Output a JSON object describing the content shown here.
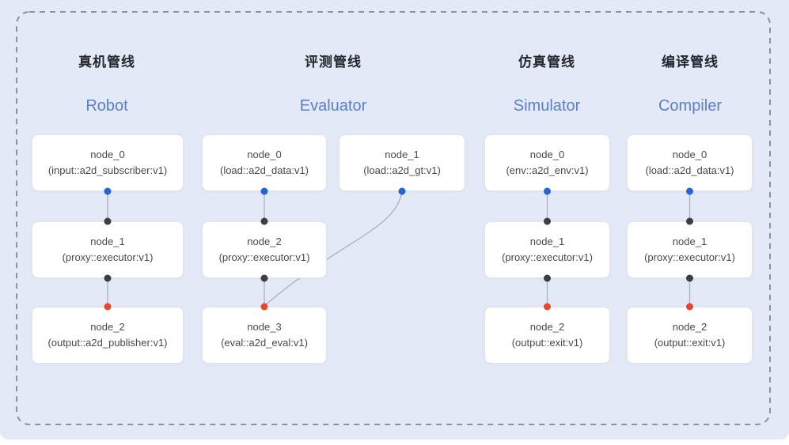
{
  "pipelines": [
    {
      "id": "robot",
      "title_zh": "真机管线",
      "title_en": "Robot",
      "nodes": [
        {
          "name": "node_0",
          "type": "(input::a2d_subscriber:v1)"
        },
        {
          "name": "node_1",
          "type": "(proxy::executor:v1)"
        },
        {
          "name": "node_2",
          "type": "(output::a2d_publisher:v1)"
        }
      ]
    },
    {
      "id": "evaluator",
      "title_zh": "评测管线",
      "title_en": "Evaluator",
      "nodes": [
        {
          "name": "node_0",
          "type": "(load::a2d_data:v1)"
        },
        {
          "name": "node_1",
          "type": "(load::a2d_gt:v1)"
        },
        {
          "name": "node_2",
          "type": "(proxy::executor:v1)"
        },
        {
          "name": "node_3",
          "type": "(eval::a2d_eval:v1)"
        }
      ]
    },
    {
      "id": "simulator",
      "title_zh": "仿真管线",
      "title_en": "Simulator",
      "nodes": [
        {
          "name": "node_0",
          "type": "(env::a2d_env:v1)"
        },
        {
          "name": "node_1",
          "type": "(proxy::executor:v1)"
        },
        {
          "name": "node_2",
          "type": "(output::exit:v1)"
        }
      ]
    },
    {
      "id": "compiler",
      "title_zh": "编译管线",
      "title_en": "Compiler",
      "nodes": [
        {
          "name": "node_0",
          "type": "(load::a2d_data:v1)"
        },
        {
          "name": "node_1",
          "type": "(proxy::executor:v1)"
        },
        {
          "name": "node_2",
          "type": "(output::exit:v1)"
        }
      ]
    }
  ],
  "colors": {
    "background": "#e4e9f7",
    "frame_dash": "#8b919d",
    "node_bg": "#ffffff",
    "node_border": "#e2e3e8",
    "node_text": "#48494e",
    "title_zh": "#24272d",
    "title_en": "#5b80c6",
    "edge": "#a8afbf",
    "dot_blue": "#2365d4",
    "dot_dark": "#3b3e43",
    "dot_red": "#e8452c"
  }
}
